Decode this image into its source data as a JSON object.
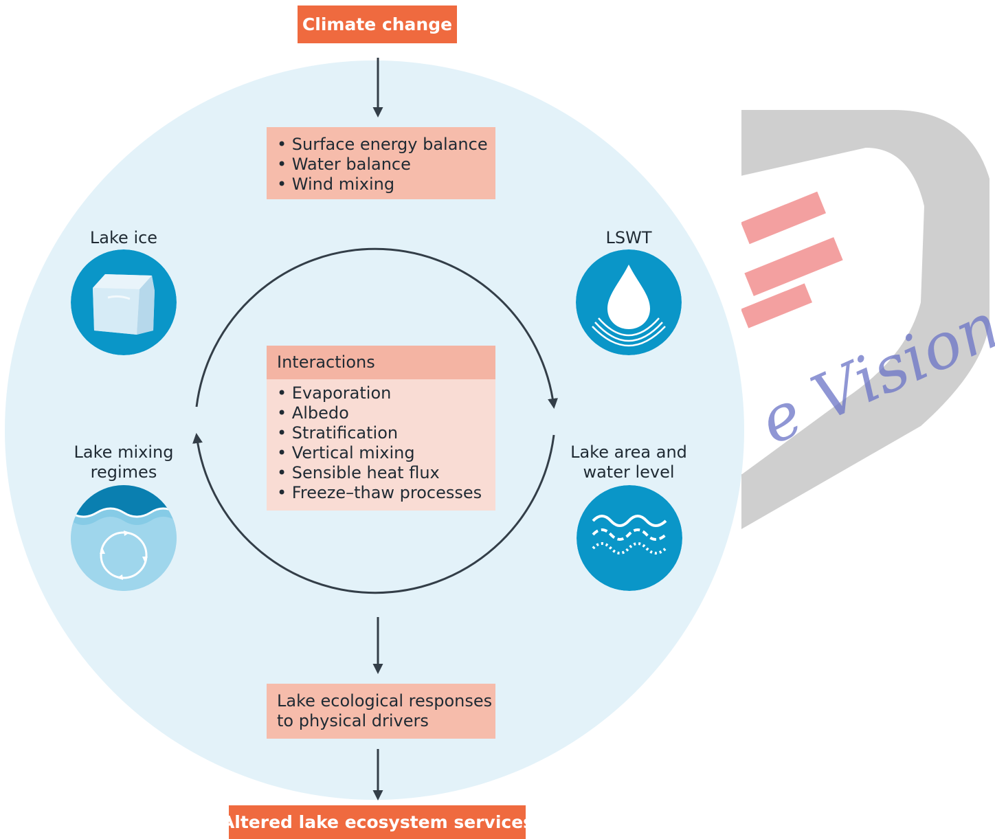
{
  "top_box": {
    "label": "Climate change"
  },
  "drivers_box": {
    "items": [
      "Surface energy balance",
      "Water balance",
      "Wind mixing"
    ]
  },
  "interactions_box": {
    "heading": "Interactions",
    "items": [
      "Evaporation",
      "Albedo",
      "Stratification",
      "Vertical mixing",
      "Sensible heat flux",
      "Freeze–thaw processes"
    ]
  },
  "responses_box": {
    "line1": "Lake ecological responses",
    "line2": "to physical drivers"
  },
  "bottom_box": {
    "label": "Altered lake ecosystem services"
  },
  "nodes": {
    "lake_ice": {
      "label": "Lake ice",
      "icon": "ice-cube-icon"
    },
    "lswt": {
      "label": "LSWT",
      "icon": "water-drop-icon"
    },
    "mixing": {
      "line1": "Lake mixing",
      "line2": "regimes",
      "icon": "circular-mixing-icon"
    },
    "area": {
      "line1": "Lake area and",
      "line2": "water level",
      "icon": "water-level-waves-icon"
    }
  },
  "watermark": {
    "text": "e Vision",
    "logo": "hk-logo"
  },
  "colors": {
    "circle_bg": "#e3f2f9",
    "icon_blue": "#0a96c8",
    "orange": "#ef6a3f",
    "pink": "#f6bcab",
    "pink_light": "#f9dcd4",
    "arrow": "#333e48"
  }
}
